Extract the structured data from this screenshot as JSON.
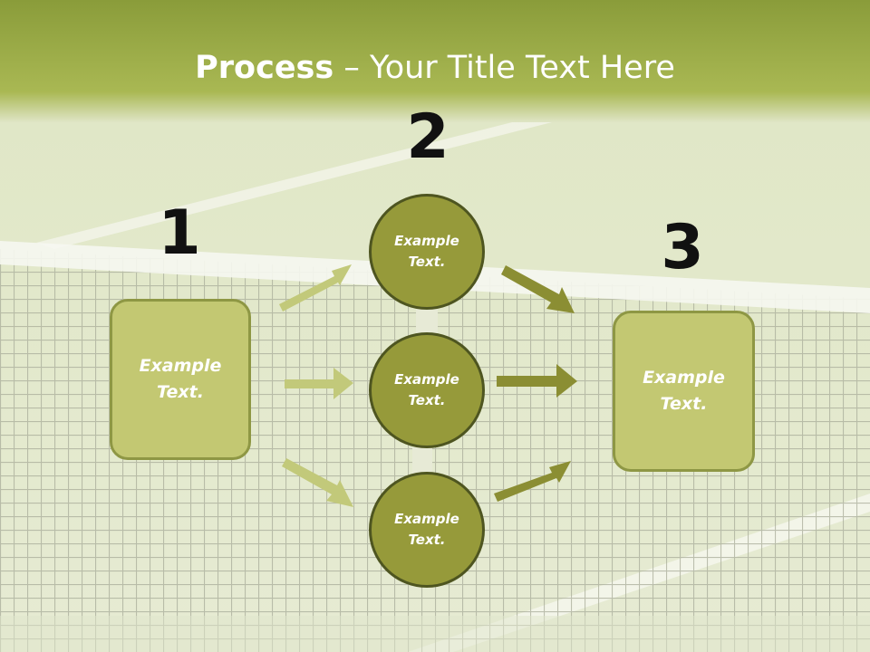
{
  "title": {
    "bold": "Process",
    "rest": " – Your Title Text Here"
  },
  "colors": {
    "light_shape": "#c3c872",
    "dark_circle": "#969a3a",
    "light_arrow": "#c2c97a",
    "dark_arrow": "#8b8e33",
    "header": "#9fad45"
  },
  "steps": [
    {
      "number": "1",
      "label": "Example\nText."
    },
    {
      "number": "2",
      "labels": [
        "Example\nText.",
        "Example\nText.",
        "Example\nText."
      ]
    },
    {
      "number": "3",
      "label": "Example\nText."
    }
  ]
}
